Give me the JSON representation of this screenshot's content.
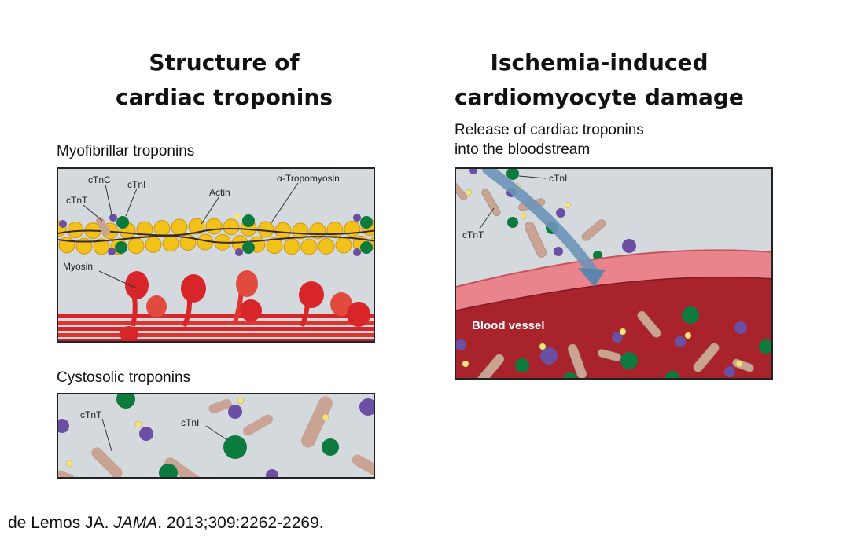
{
  "left": {
    "title_line1": "Structure of",
    "title_line2": "cardiac troponins",
    "myofibrillar": {
      "heading": "Myofibrillar troponins",
      "labels": {
        "ctnc": "cTnC",
        "ctni": "cTnI",
        "ctnt": "cTnT",
        "actin": "Actin",
        "tropomyosin": "α-Tropomyosin",
        "myosin": "Myosin"
      }
    },
    "cytosolic": {
      "heading": "Cystosolic troponins",
      "labels": {
        "ctnt": "cTnT",
        "ctni": "cTnI"
      }
    }
  },
  "right": {
    "title_line1": "Ischemia-induced",
    "title_line2": "cardiomyocyte damage",
    "subtitle_line1": "Release of cardiac troponins",
    "subtitle_line2": "into the bloodstream",
    "labels": {
      "ctni": "cTnI",
      "ctnt": "cTnT",
      "blood_vessel": "Blood vessel"
    }
  },
  "citation": {
    "author": "de Lemos JA. ",
    "journal": "JAMA",
    "rest": ". 2013;309:2262-2269."
  },
  "colors": {
    "panel_bg": "#d3d9dd",
    "actin_bead": "#f3c21a",
    "myosin_red": "#d8252a",
    "ctnt_rod": "#c9a393",
    "ctni_green": "#0d7a3e",
    "ctnc_purple": "#6a4fa3",
    "small_yellow": "#f3e37a",
    "vessel_dark": "#a8232b",
    "vessel_wall": "#e9838c"
  }
}
